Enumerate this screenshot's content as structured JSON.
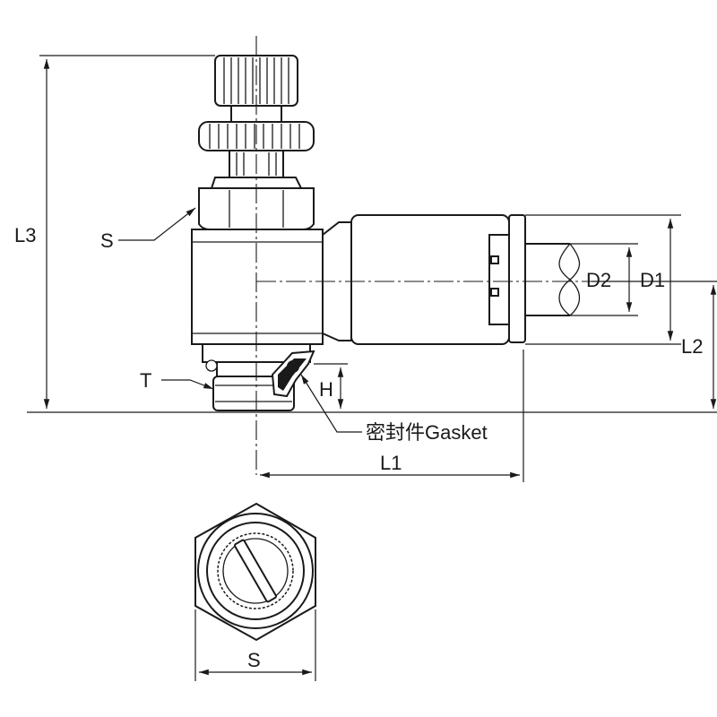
{
  "labels": {
    "l3": "L3",
    "s_side": "S",
    "t": "T",
    "h": "H",
    "gasket": "密封件Gasket",
    "l1": "L1",
    "d2": "D2",
    "d1": "D1",
    "l2": "L2",
    "s_bottom": "S"
  }
}
